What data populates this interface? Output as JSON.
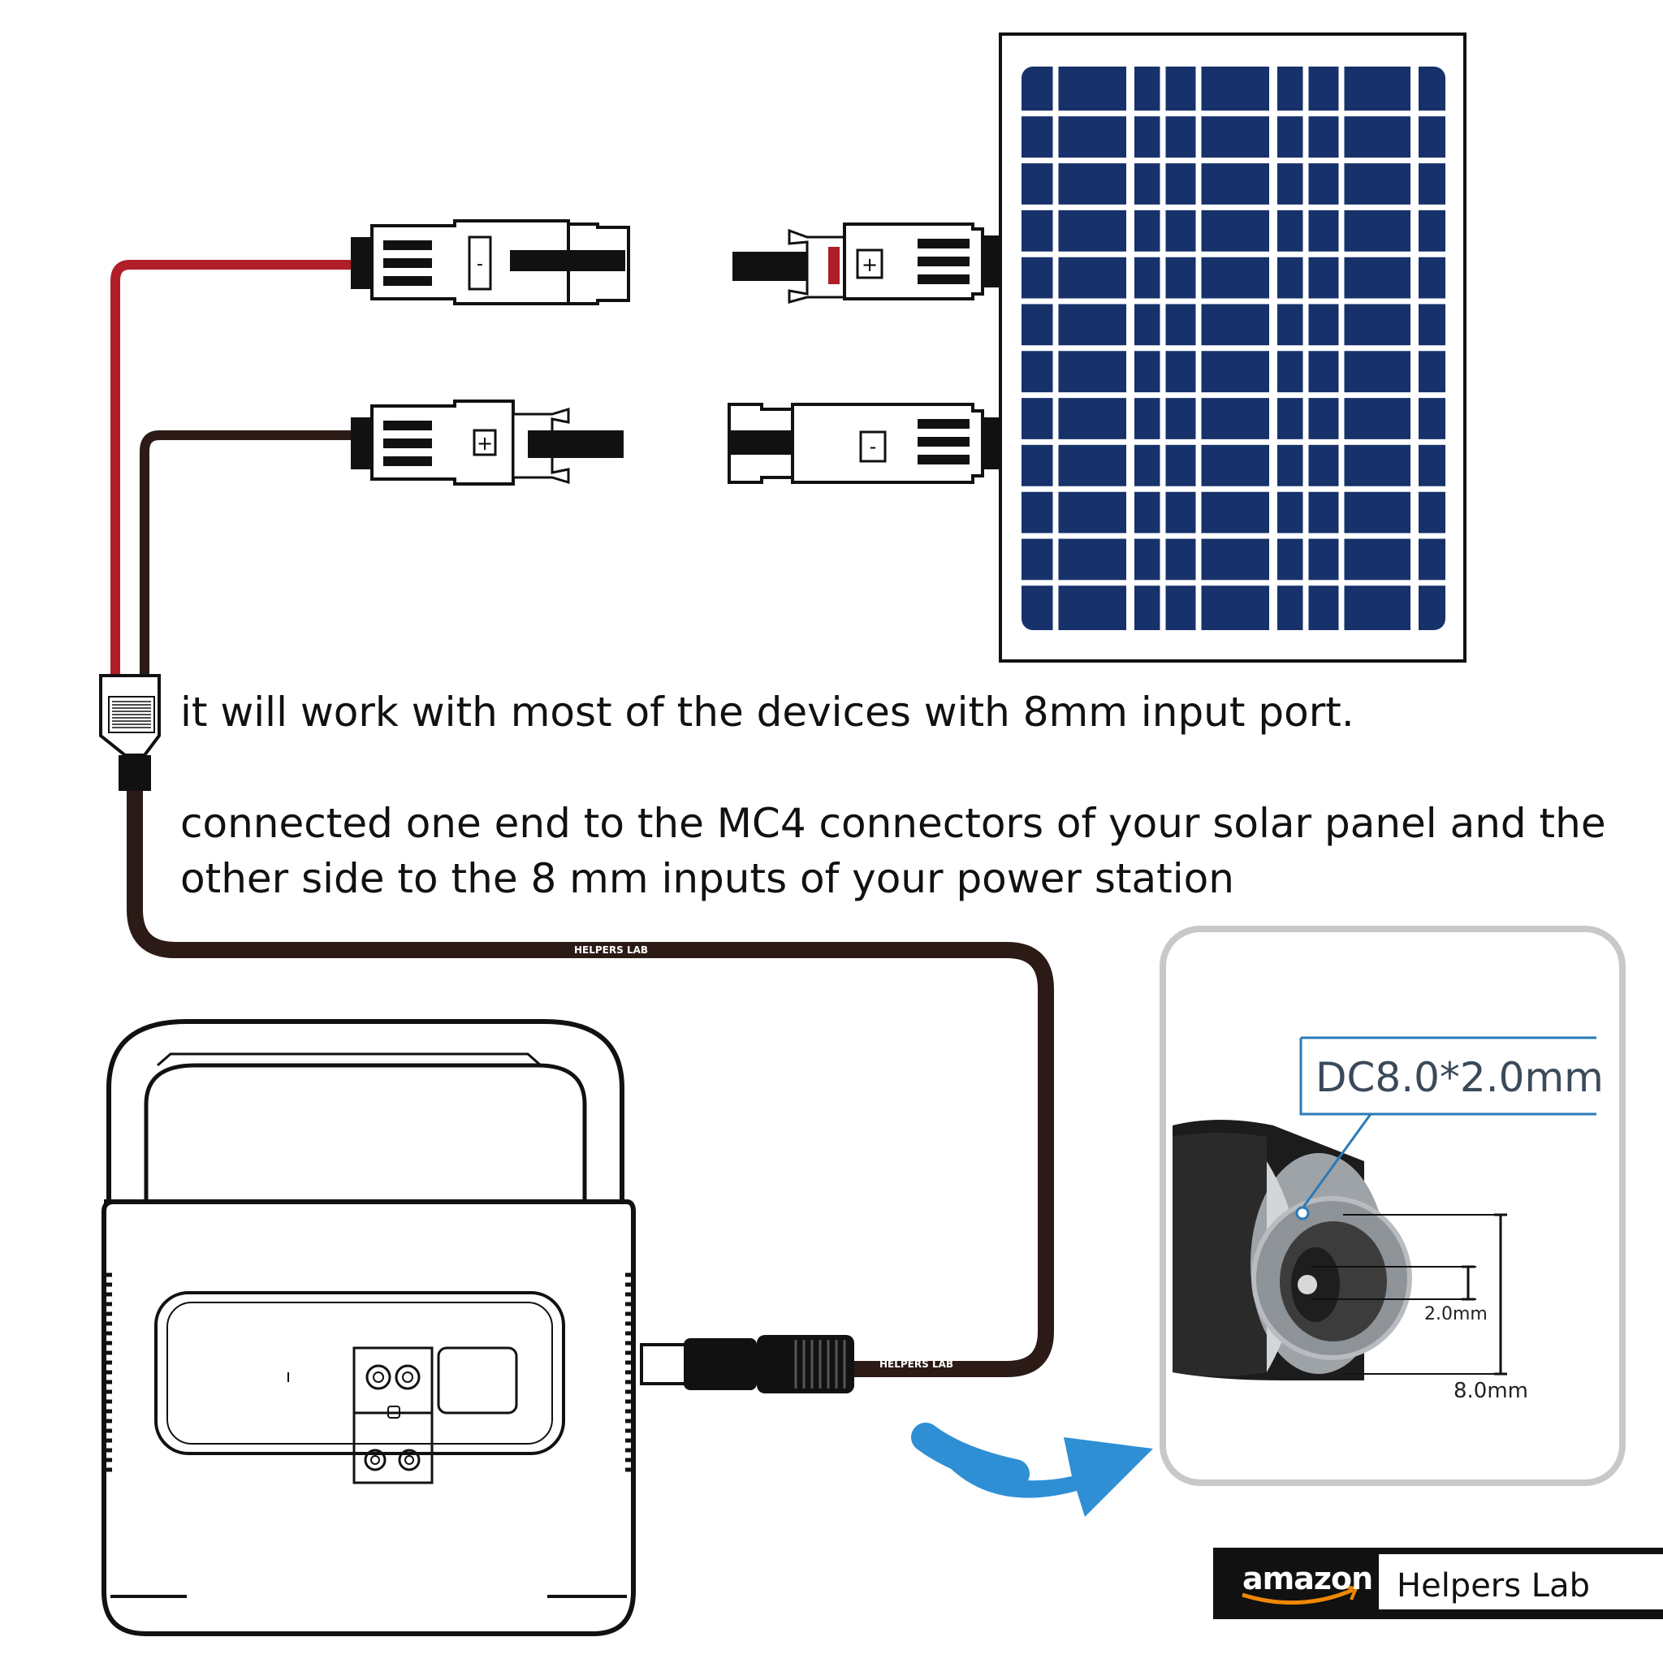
{
  "caption": {
    "line1": "it will work with most of the devices with 8mm input port.",
    "line2": "connected one end to the MC4 connectors of your solar panel and the",
    "line3": "other side to the 8 mm inputs of your power station"
  },
  "connector": {
    "label": "DC8.0*2.0mm",
    "inner_dim": "2.0mm",
    "outer_dim": "8.0mm"
  },
  "cable_print": "HELPERS LAB",
  "badge": {
    "store": "amazon",
    "brand": "Helpers Lab"
  },
  "colors": {
    "panel_cells": "#17316a",
    "positive_wire": "#b01e28",
    "negative_wire": "#2b1a16",
    "arrow": "#2f8fd4",
    "frame_gray": "#c8c8c8"
  }
}
